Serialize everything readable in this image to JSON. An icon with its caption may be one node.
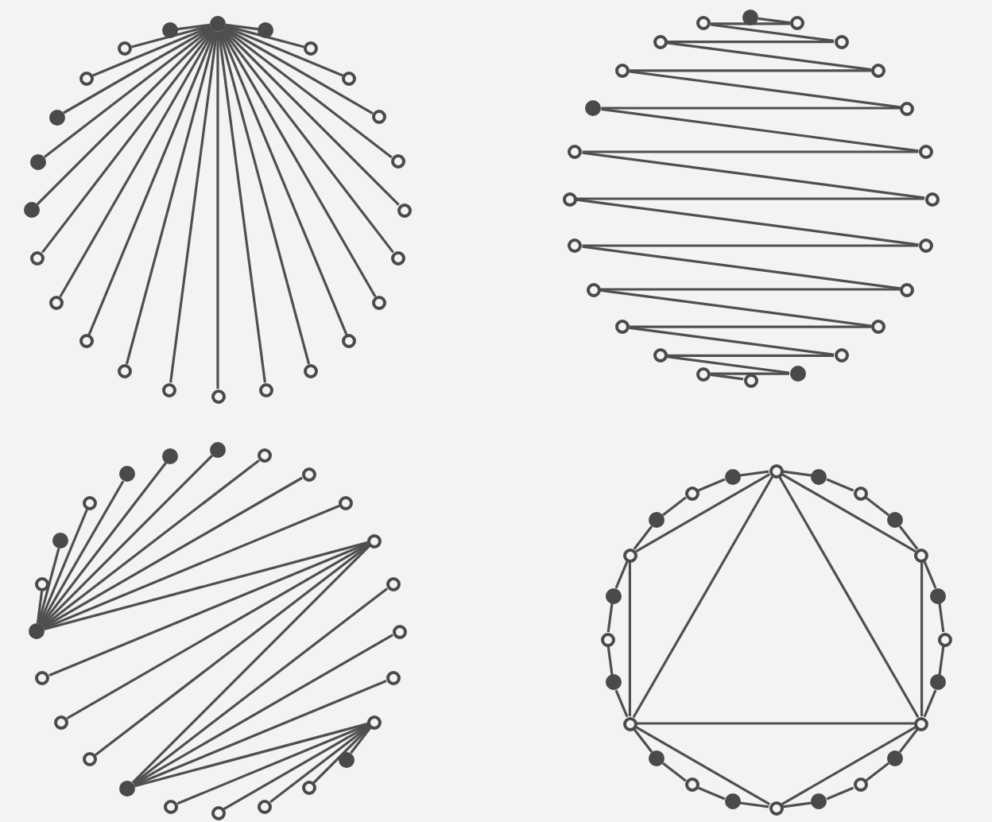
{
  "diagram": {
    "nodes": [
      {
        "text": [],
        "shape": "dot"
      },
      {
        "text": [],
        "shape": "dot"
      },
      {
        "text": [],
        "shape": "circle"
      },
      {
        "text": [],
        "shape": "circle"
      },
      {
        "text": [],
        "shape": "circle"
      },
      {
        "text": [],
        "shape": "circle"
      },
      {
        "text": [],
        "shape": "circle"
      },
      {
        "text": [],
        "shape": "circle"
      },
      {
        "text": [],
        "shape": "circle"
      },
      {
        "text": [],
        "shape": "circle"
      },
      {
        "text": [],
        "shape": "circle"
      },
      {
        "text": [],
        "shape": "circle"
      },
      {
        "text": [],
        "shape": "circle"
      },
      {
        "text": [],
        "shape": "circle"
      },
      {
        "text": [],
        "shape": "circle"
      },
      {
        "text": [],
        "shape": "circle"
      },
      {
        "text": [],
        "shape": "circle"
      },
      {
        "text": [],
        "shape": "circle"
      },
      {
        "text": [],
        "shape": "dot"
      },
      {
        "text": [],
        "shape": "dot"
      },
      {
        "text": [],
        "shape": "dot"
      },
      {
        "text": [],
        "shape": "circle"
      },
      {
        "text": [],
        "shape": "circle"
      },
      {
        "text": [],
        "shape": "dot"
      },
      {
        "text": [],
        "shape": "dot"
      },
      {
        "text": [],
        "shape": "circle"
      },
      {
        "text": [],
        "shape": "circle"
      },
      {
        "text": [],
        "shape": "circle"
      },
      {
        "text": [],
        "shape": "circle"
      },
      {
        "text": [],
        "shape": "circle"
      },
      {
        "text": [],
        "shape": "circle"
      },
      {
        "text": [],
        "shape": "circle"
      },
      {
        "text": [],
        "shape": "circle"
      },
      {
        "text": [],
        "shape": "circle"
      },
      {
        "text": [],
        "shape": "circle"
      },
      {
        "text": [],
        "shape": "dot"
      },
      {
        "text": [],
        "shape": "circle"
      },
      {
        "text": [],
        "shape": "circle"
      },
      {
        "text": [],
        "shape": "circle"
      },
      {
        "text": [],
        "shape": "circle"
      },
      {
        "text": [],
        "shape": "circle"
      },
      {
        "text": [],
        "shape": "circle"
      },
      {
        "text": [],
        "shape": "circle"
      },
      {
        "text": [],
        "shape": "circle"
      },
      {
        "text": [],
        "shape": "dot"
      },
      {
        "text": [],
        "shape": "circle"
      },
      {
        "text": [],
        "shape": "circle"
      },
      {
        "text": [],
        "shape": "circle"
      },
      {
        "text": [],
        "shape": "dot"
      },
      {
        "text": [],
        "shape": "circle"
      },
      {
        "text": [],
        "shape": "circle"
      },
      {
        "text": [],
        "shape": "circle"
      },
      {
        "text": [],
        "shape": "circle"
      },
      {
        "text": [],
        "shape": "circle"
      },
      {
        "text": [],
        "shape": "circle"
      },
      {
        "text": [],
        "shape": "circle"
      },
      {
        "text": [],
        "shape": "circle"
      },
      {
        "text": [],
        "shape": "dot"
      },
      {
        "text": [],
        "shape": "circle"
      },
      {
        "text": [],
        "shape": "circle"
      },
      {
        "text": [],
        "shape": "circle"
      },
      {
        "text": [],
        "shape": "circle"
      },
      {
        "text": [],
        "shape": "dot"
      },
      {
        "text": [],
        "shape": "circle"
      },
      {
        "text": [],
        "shape": "circle"
      },
      {
        "text": [],
        "shape": "circle"
      },
      {
        "text": [],
        "shape": "dot"
      },
      {
        "text": [],
        "shape": "circle"
      },
      {
        "text": [],
        "shape": "dot"
      },
      {
        "text": [],
        "shape": "circle"
      },
      {
        "text": [],
        "shape": "dot"
      },
      {
        "text": [],
        "shape": "dot"
      },
      {
        "text": [],
        "shape": "circle"
      },
      {
        "text": [],
        "shape": "dot"
      },
      {
        "text": [],
        "shape": "circle"
      },
      {
        "text": [],
        "shape": "dot"
      },
      {
        "text": [],
        "shape": "circle"
      },
      {
        "text": [],
        "shape": "dot"
      },
      {
        "text": [],
        "shape": "circle"
      },
      {
        "text": [],
        "shape": "dot"
      },
      {
        "text": [],
        "shape": "circle"
      },
      {
        "text": [],
        "shape": "dot"
      },
      {
        "text": [],
        "shape": "circle"
      },
      {
        "text": [],
        "shape": "dot"
      },
      {
        "text": [],
        "shape": "circle"
      },
      {
        "text": [],
        "shape": "dot"
      },
      {
        "text": [],
        "shape": "circle"
      },
      {
        "text": [],
        "shape": "dot"
      },
      {
        "text": [],
        "shape": "circle"
      },
      {
        "text": [],
        "shape": "dot"
      },
      {
        "text": [],
        "shape": "circle"
      },
      {
        "text": [],
        "shape": "dot"
      },
      {
        "text": [],
        "shape": "circle"
      },
      {
        "text": [],
        "shape": "dot"
      },
      {
        "text": [],
        "shape": "circle"
      },
      {
        "text": [],
        "shape": "dot"
      }
    ],
    "edges": [
      {
        "from": 0,
        "to": 1,
        "arrow": "none"
      },
      {
        "from": 0,
        "to": 2,
        "arrow": "none"
      },
      {
        "from": 0,
        "to": 3,
        "arrow": "none"
      },
      {
        "from": 0,
        "to": 4,
        "arrow": "none"
      },
      {
        "from": 0,
        "to": 5,
        "arrow": "none"
      },
      {
        "from": 0,
        "to": 6,
        "arrow": "none"
      },
      {
        "from": 0,
        "to": 7,
        "arrow": "none"
      },
      {
        "from": 0,
        "to": 8,
        "arrow": "none"
      },
      {
        "from": 0,
        "to": 9,
        "arrow": "none"
      },
      {
        "from": 0,
        "to": 10,
        "arrow": "none"
      },
      {
        "from": 0,
        "to": 11,
        "arrow": "none"
      },
      {
        "from": 0,
        "to": 12,
        "arrow": "none"
      },
      {
        "from": 0,
        "to": 13,
        "arrow": "none"
      },
      {
        "from": 0,
        "to": 14,
        "arrow": "none"
      },
      {
        "from": 0,
        "to": 15,
        "arrow": "none"
      },
      {
        "from": 0,
        "to": 16,
        "arrow": "none"
      },
      {
        "from": 0,
        "to": 17,
        "arrow": "none"
      },
      {
        "from": 0,
        "to": 18,
        "arrow": "none"
      },
      {
        "from": 0,
        "to": 19,
        "arrow": "none"
      },
      {
        "from": 0,
        "to": 20,
        "arrow": "none"
      },
      {
        "from": 0,
        "to": 21,
        "arrow": "none"
      },
      {
        "from": 0,
        "to": 22,
        "arrow": "none"
      },
      {
        "from": 0,
        "to": 23,
        "arrow": "none"
      },
      {
        "from": 24,
        "to": 25,
        "arrow": "none"
      },
      {
        "from": 25,
        "to": 47,
        "arrow": "none"
      },
      {
        "from": 47,
        "to": 26,
        "arrow": "none"
      },
      {
        "from": 26,
        "to": 46,
        "arrow": "none"
      },
      {
        "from": 46,
        "to": 27,
        "arrow": "none"
      },
      {
        "from": 27,
        "to": 45,
        "arrow": "none"
      },
      {
        "from": 45,
        "to": 28,
        "arrow": "none"
      },
      {
        "from": 28,
        "to": 44,
        "arrow": "none"
      },
      {
        "from": 44,
        "to": 29,
        "arrow": "none"
      },
      {
        "from": 29,
        "to": 43,
        "arrow": "none"
      },
      {
        "from": 43,
        "to": 30,
        "arrow": "none"
      },
      {
        "from": 30,
        "to": 42,
        "arrow": "none"
      },
      {
        "from": 42,
        "to": 31,
        "arrow": "none"
      },
      {
        "from": 31,
        "to": 41,
        "arrow": "none"
      },
      {
        "from": 41,
        "to": 32,
        "arrow": "none"
      },
      {
        "from": 32,
        "to": 40,
        "arrow": "none"
      },
      {
        "from": 40,
        "to": 33,
        "arrow": "none"
      },
      {
        "from": 33,
        "to": 39,
        "arrow": "none"
      },
      {
        "from": 39,
        "to": 34,
        "arrow": "none"
      },
      {
        "from": 34,
        "to": 38,
        "arrow": "none"
      },
      {
        "from": 38,
        "to": 35,
        "arrow": "none"
      },
      {
        "from": 35,
        "to": 37,
        "arrow": "none"
      },
      {
        "from": 37,
        "to": 36,
        "arrow": "none"
      },
      {
        "from": 66,
        "to": 67,
        "arrow": "none"
      },
      {
        "from": 66,
        "to": 68,
        "arrow": "none"
      },
      {
        "from": 66,
        "to": 69,
        "arrow": "none"
      },
      {
        "from": 66,
        "to": 70,
        "arrow": "none"
      },
      {
        "from": 66,
        "to": 71,
        "arrow": "none"
      },
      {
        "from": 66,
        "to": 48,
        "arrow": "none"
      },
      {
        "from": 66,
        "to": 49,
        "arrow": "none"
      },
      {
        "from": 66,
        "to": 50,
        "arrow": "none"
      },
      {
        "from": 66,
        "to": 51,
        "arrow": "none"
      },
      {
        "from": 66,
        "to": 52,
        "arrow": "none"
      },
      {
        "from": 52,
        "to": 65,
        "arrow": "none"
      },
      {
        "from": 52,
        "to": 64,
        "arrow": "none"
      },
      {
        "from": 52,
        "to": 63,
        "arrow": "none"
      },
      {
        "from": 52,
        "to": 62,
        "arrow": "none"
      },
      {
        "from": 62,
        "to": 53,
        "arrow": "none"
      },
      {
        "from": 62,
        "to": 54,
        "arrow": "none"
      },
      {
        "from": 62,
        "to": 55,
        "arrow": "none"
      },
      {
        "from": 62,
        "to": 56,
        "arrow": "none"
      },
      {
        "from": 56,
        "to": 57,
        "arrow": "none"
      },
      {
        "from": 56,
        "to": 58,
        "arrow": "none"
      },
      {
        "from": 56,
        "to": 59,
        "arrow": "none"
      },
      {
        "from": 56,
        "to": 60,
        "arrow": "none"
      },
      {
        "from": 56,
        "to": 61,
        "arrow": "none"
      },
      {
        "from": 72,
        "to": 73,
        "arrow": "none"
      },
      {
        "from": 73,
        "to": 74,
        "arrow": "none"
      },
      {
        "from": 74,
        "to": 75,
        "arrow": "none"
      },
      {
        "from": 75,
        "to": 76,
        "arrow": "none"
      },
      {
        "from": 76,
        "to": 77,
        "arrow": "none"
      },
      {
        "from": 77,
        "to": 78,
        "arrow": "none"
      },
      {
        "from": 78,
        "to": 79,
        "arrow": "none"
      },
      {
        "from": 79,
        "to": 80,
        "arrow": "none"
      },
      {
        "from": 80,
        "to": 81,
        "arrow": "none"
      },
      {
        "from": 81,
        "to": 82,
        "arrow": "none"
      },
      {
        "from": 82,
        "to": 83,
        "arrow": "none"
      },
      {
        "from": 83,
        "to": 84,
        "arrow": "none"
      },
      {
        "from": 84,
        "to": 85,
        "arrow": "none"
      },
      {
        "from": 85,
        "to": 86,
        "arrow": "none"
      },
      {
        "from": 86,
        "to": 87,
        "arrow": "none"
      },
      {
        "from": 87,
        "to": 88,
        "arrow": "none"
      },
      {
        "from": 88,
        "to": 89,
        "arrow": "none"
      },
      {
        "from": 89,
        "to": 90,
        "arrow": "none"
      },
      {
        "from": 90,
        "to": 91,
        "arrow": "none"
      },
      {
        "from": 91,
        "to": 92,
        "arrow": "none"
      },
      {
        "from": 92,
        "to": 93,
        "arrow": "none"
      },
      {
        "from": 93,
        "to": 94,
        "arrow": "none"
      },
      {
        "from": 94,
        "to": 95,
        "arrow": "none"
      },
      {
        "from": 95,
        "to": 72,
        "arrow": "none"
      },
      {
        "from": 72,
        "to": 76,
        "arrow": "none"
      },
      {
        "from": 76,
        "to": 80,
        "arrow": "none"
      },
      {
        "from": 80,
        "to": 84,
        "arrow": "none"
      },
      {
        "from": 84,
        "to": 88,
        "arrow": "none"
      },
      {
        "from": 88,
        "to": 92,
        "arrow": "none"
      },
      {
        "from": 92,
        "to": 72,
        "arrow": "none"
      },
      {
        "from": 72,
        "to": 80,
        "arrow": "none"
      },
      {
        "from": 80,
        "to": 88,
        "arrow": "none"
      },
      {
        "from": 88,
        "to": 72,
        "arrow": "none"
      }
    ]
  }
}
